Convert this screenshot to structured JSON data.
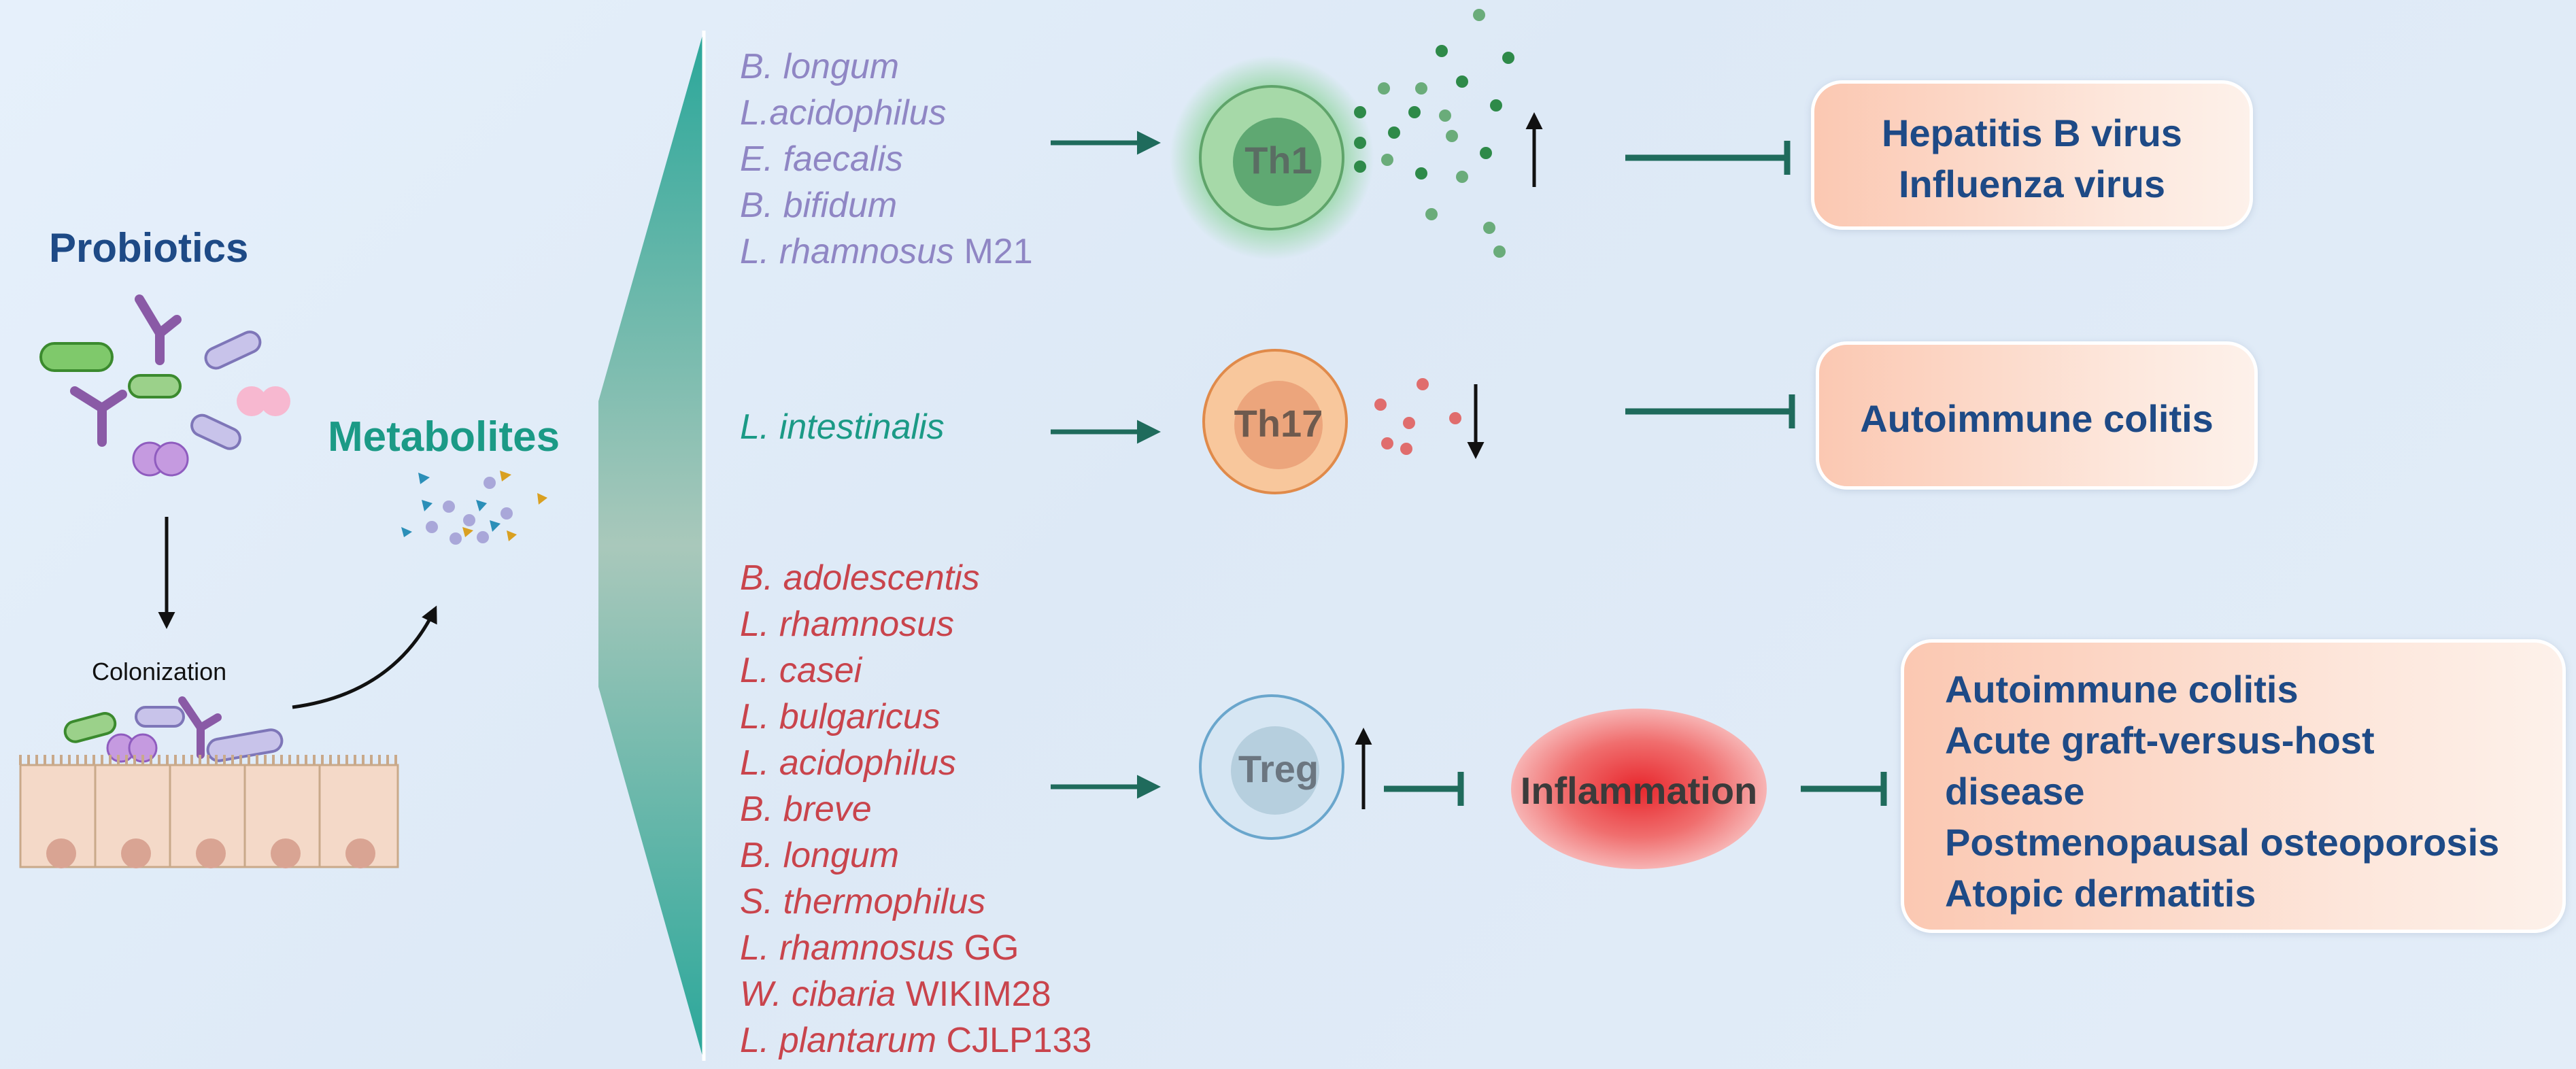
{
  "left_panel": {
    "probiotics_label": "Probiotics",
    "metabolites_label": "Metabolites",
    "colonization_label": "Colonization"
  },
  "rows": [
    {
      "cell": "Th1",
      "species": [
        {
          "name": "B. longum",
          "strain": ""
        },
        {
          "name": "L.acidophilus",
          "strain": ""
        },
        {
          "name": "E. faecalis",
          "strain": ""
        },
        {
          "name": "B. bifidum",
          "strain": ""
        },
        {
          "name": "L. rhamnosus",
          "strain": "M21"
        }
      ],
      "effect": "up",
      "outcomes": [
        "Hepatitis B virus",
        "Influenza virus"
      ]
    },
    {
      "cell": "Th17",
      "species": [
        {
          "name": "L. intestinalis",
          "strain": ""
        }
      ],
      "effect": "down",
      "outcomes": [
        "Autoimmune colitis"
      ]
    },
    {
      "cell": "Treg",
      "species": [
        {
          "name": "B. adolescentis",
          "strain": ""
        },
        {
          "name": "L. rhamnosus",
          "strain": ""
        },
        {
          "name": "L. casei",
          "strain": ""
        },
        {
          "name": "L. bulgaricus",
          "strain": ""
        },
        {
          "name": "L. acidophilus",
          "strain": ""
        },
        {
          "name": "B. breve",
          "strain": ""
        },
        {
          "name": "B. longum",
          "strain": ""
        },
        {
          "name": "S. thermophilus",
          "strain": ""
        },
        {
          "name": "L. rhamnosus",
          "strain": "GG"
        },
        {
          "name": "W. cibaria",
          "strain": "WIKIM28"
        },
        {
          "name": "L. plantarum",
          "strain": "CJLP133"
        }
      ],
      "effect": "up",
      "intermediate": "Inflammation",
      "outcomes": [
        "Autoimmune  colitis",
        "Acute graft-versus-host",
        "disease",
        "Postmenopausal osteoporosis",
        "Atopic dermatitis"
      ]
    }
  ],
  "colors": {
    "navy_text": "#1e4a86",
    "teal_text": "#1b9a86",
    "purple_species": "#8f86c4",
    "red_species": "#c9444c",
    "arrow": "#1f6b5c"
  }
}
